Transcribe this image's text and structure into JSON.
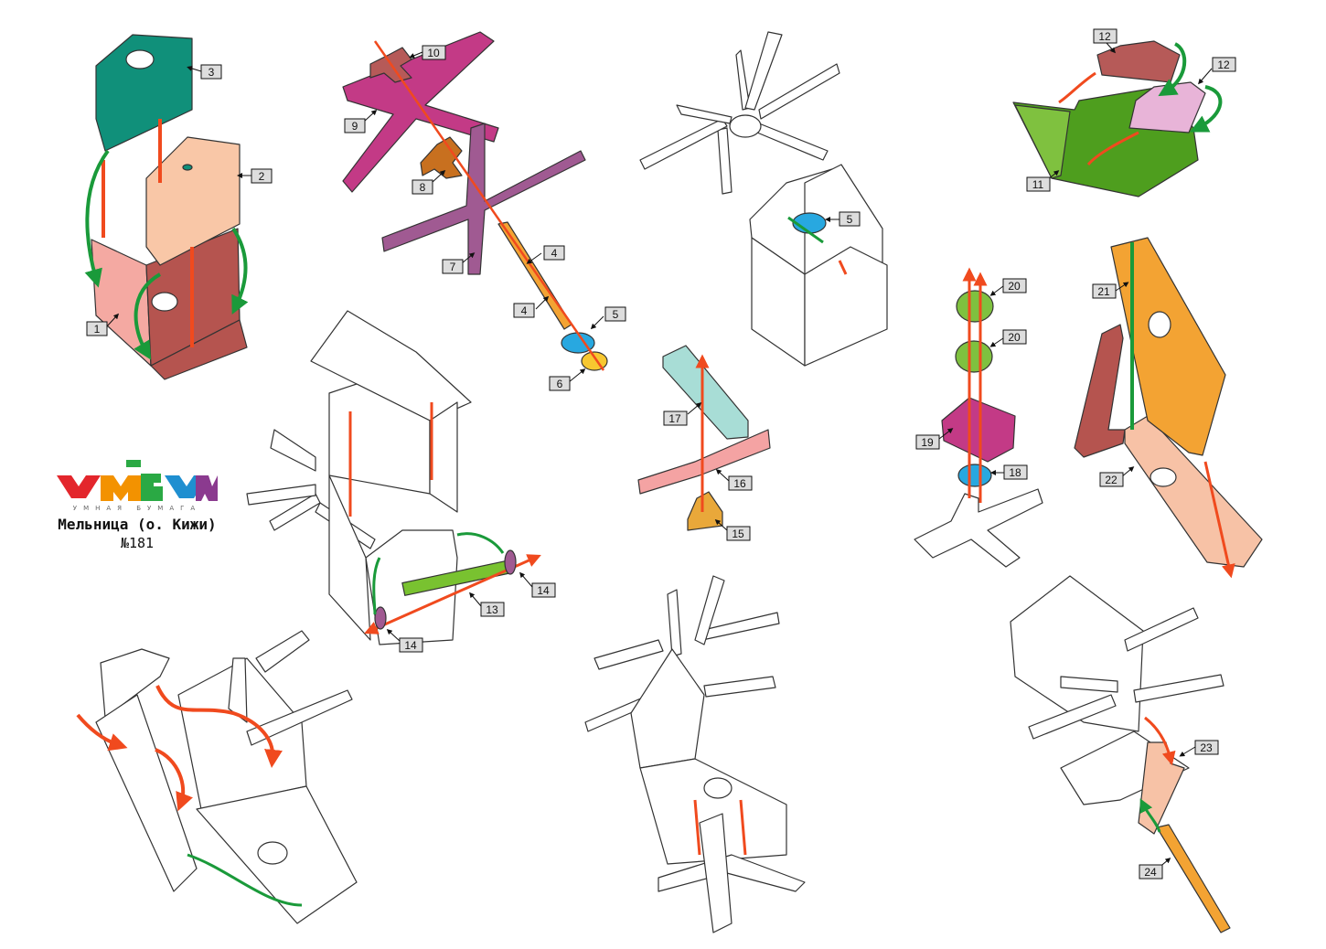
{
  "brand": {
    "logo_text": "УМБУМ",
    "tagline": "УМНАЯ БУМАГА",
    "letter_colors": [
      "#e3262c",
      "#f39200",
      "#2aa944",
      "#1f8fd0",
      "#8b3a8f"
    ]
  },
  "model": {
    "title": "Мельница (о. Кижи)",
    "number": "№181"
  },
  "parts": [
    "1",
    "2",
    "3",
    "4",
    "4",
    "5",
    "5",
    "6",
    "7",
    "8",
    "9",
    "10",
    "11",
    "12",
    "12",
    "13",
    "14",
    "14",
    "15",
    "16",
    "17",
    "18",
    "19",
    "20",
    "20",
    "21",
    "22",
    "23",
    "24"
  ],
  "colors": {
    "part_1": "#f4a9a2",
    "part_1_dark": "#b5544f",
    "part_2": "#f9c7a7",
    "part_3": "#10907a",
    "part_5": "#28a8e0",
    "part_6": "#f7c730",
    "part_7": "#a05a92",
    "part_8": "#c8701f",
    "part_9": "#c33a86",
    "part_10": "#b65a58",
    "part_11": "#4e9e1e",
    "part_12a": "#b65a58",
    "part_12b": "#e8b4d8",
    "part_13": "#79c230",
    "part_15": "#e9a83a",
    "part_16": "#f4a3a3",
    "part_17": "#a8ddd6",
    "part_19": "#c33a86",
    "part_20": "#7fc13f",
    "part_21": "#f3a333",
    "part_22": "#f7c2a6",
    "part_23": "#f7c2a6",
    "part_24": "#f3a333",
    "arrow_red": "#f04a1e",
    "arrow_green": "#1a9a3a",
    "outline": "#333333"
  },
  "icons": [
    "numbered-part-label",
    "assembly-arrow-icon"
  ]
}
